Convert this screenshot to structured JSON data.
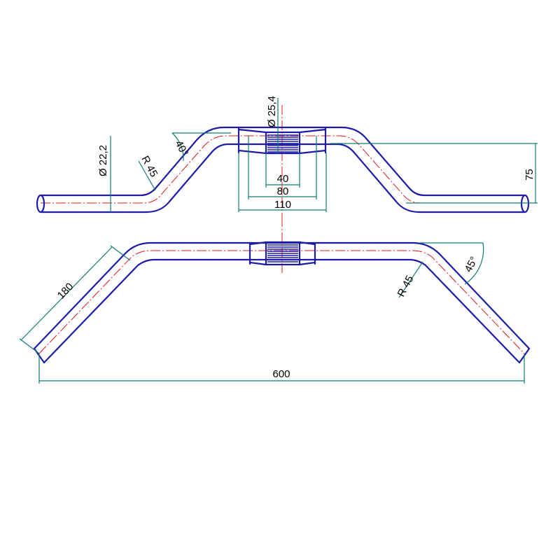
{
  "colors": {
    "tube": "#1c1ca8",
    "centerline": "#e01818",
    "dimension": "#117a72",
    "text": "#000000"
  },
  "front_view": {
    "dimensions": {
      "bar_diameter": "Ø 22,2",
      "clamp_diameter": "Ø 25,4",
      "bend_radius": "R 45",
      "bend_angle": "40°",
      "knurl_width": "40",
      "clamp_width": "80",
      "center_width": "110",
      "rise": "75"
    }
  },
  "top_view": {
    "dimensions": {
      "end_length": "180",
      "bend_radius": "R 45",
      "sweep_angle": "45°",
      "overall_width": "600"
    }
  }
}
